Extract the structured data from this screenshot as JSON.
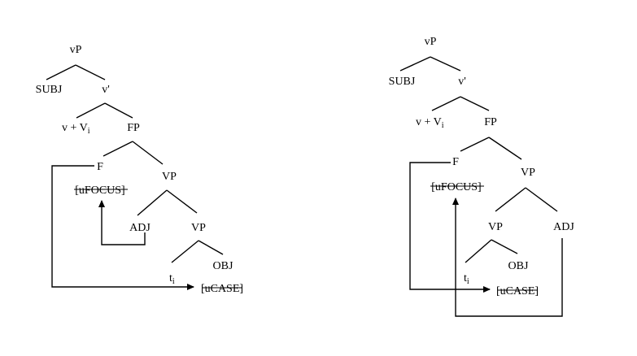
{
  "left_tree": {
    "vP": "vP",
    "subj": "SUBJ",
    "vbar": "v'",
    "vVi": "v + V",
    "vVi_sub": "i",
    "fp": "FP",
    "f": "F",
    "feature_focus": "[uFOCUS]",
    "vp_upper": "VP",
    "adj": "ADJ",
    "vp_lower": "VP",
    "trace": "t",
    "trace_sub": "i",
    "obj": "OBJ",
    "feature_case": "[uCASE]"
  },
  "right_tree": {
    "vP": "vP",
    "subj": "SUBJ",
    "vbar": "v'",
    "vVi": "v + V",
    "vVi_sub": "i",
    "fp": "FP",
    "f": "F",
    "feature_focus": "[uFOCUS]",
    "vp_upper": "VP",
    "vp_lower": "VP",
    "adj": "ADJ",
    "trace": "t",
    "trace_sub": "i",
    "obj": "OBJ",
    "feature_case": "[uCASE]"
  }
}
